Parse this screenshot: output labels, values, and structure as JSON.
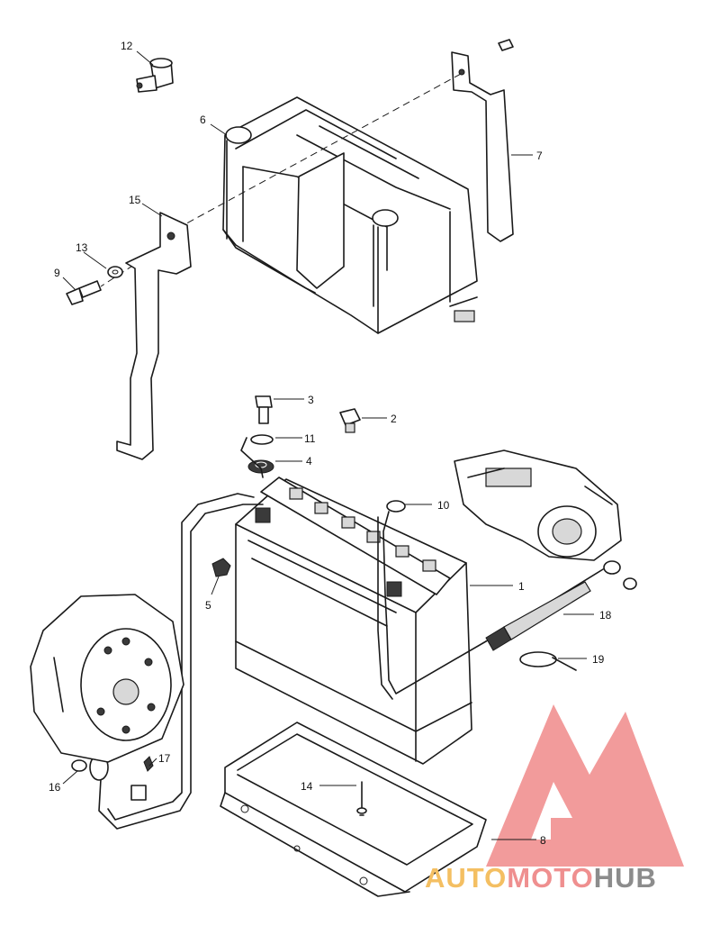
{
  "diagram": {
    "callouts": {
      "c1": "1",
      "c2": "2",
      "c3": "3",
      "c4": "4",
      "c5": "5",
      "c6": "6",
      "c7": "7",
      "c8": "8",
      "c9": "9",
      "c10": "10",
      "c11": "11",
      "c12": "12",
      "c13": "13",
      "c14": "14",
      "c15": "15",
      "c16": "16",
      "c17": "17",
      "c18": "18",
      "c19": "19"
    }
  },
  "watermark": {
    "word_auto": "AUTO",
    "word_moto": "MOTO",
    "word_hub": "HUB",
    "colors": {
      "auto": "#f4bf62",
      "moto": "#ef8f8f",
      "hub": "#8c8c8c",
      "logo": "#f08a8a"
    }
  }
}
